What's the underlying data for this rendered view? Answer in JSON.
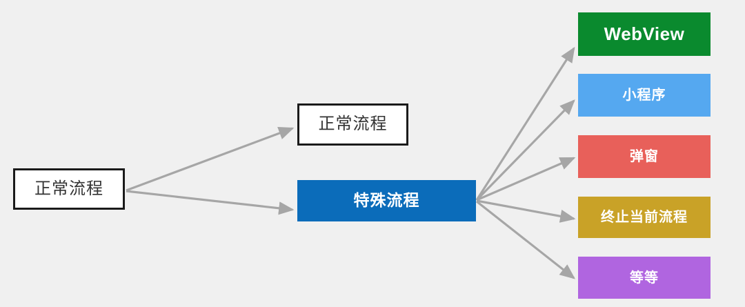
{
  "diagram": {
    "background_color": "#f0f0f0",
    "arrow_color": "#a6a6a6",
    "nodes": {
      "source": {
        "label": "正常流程",
        "fill": "#ffffff",
        "border": "#1a1a1a",
        "text_color": "#333333"
      },
      "normal_flow": {
        "label": "正常流程",
        "fill": "#ffffff",
        "border": "#1a1a1a",
        "text_color": "#333333"
      },
      "special_flow": {
        "label": "特殊流程",
        "fill": "#0b6cba",
        "text_color": "#ffffff"
      },
      "webview": {
        "label": "WebView",
        "fill": "#0a8a2e",
        "text_color": "#ffffff"
      },
      "miniapp": {
        "label": "小程序",
        "fill": "#55a8f0",
        "text_color": "#ffffff"
      },
      "dialog": {
        "label": "弹窗",
        "fill": "#e8605a",
        "text_color": "#ffffff"
      },
      "terminate": {
        "label": "终止当前流程",
        "fill": "#c9a227",
        "text_color": "#ffffff"
      },
      "etc": {
        "label": "等等",
        "fill": "#b065e0",
        "text_color": "#ffffff"
      }
    },
    "edges": [
      {
        "name": "source-to-normal-flow",
        "from": "source",
        "to": "normal_flow"
      },
      {
        "name": "source-to-special-flow",
        "from": "source",
        "to": "special_flow"
      },
      {
        "name": "special-flow-to-webview",
        "from": "special_flow",
        "to": "webview"
      },
      {
        "name": "special-flow-to-miniapp",
        "from": "special_flow",
        "to": "miniapp"
      },
      {
        "name": "special-flow-to-dialog",
        "from": "special_flow",
        "to": "dialog"
      },
      {
        "name": "special-flow-to-terminate",
        "from": "special_flow",
        "to": "terminate"
      },
      {
        "name": "special-flow-to-etc",
        "from": "special_flow",
        "to": "etc"
      }
    ]
  }
}
